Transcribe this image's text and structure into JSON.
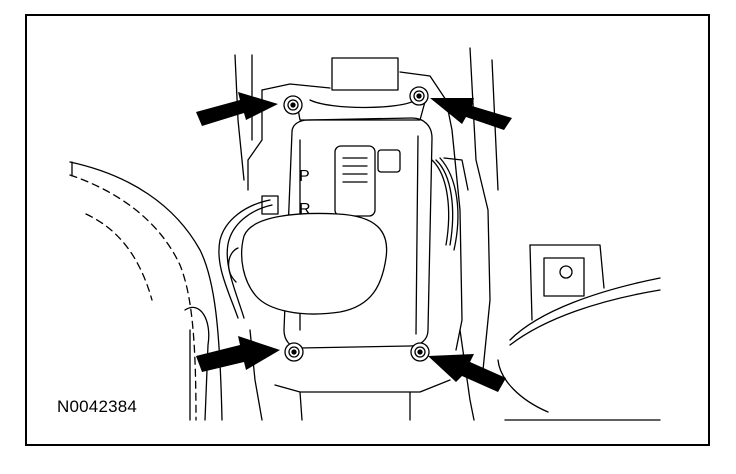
{
  "figure": {
    "id_label": "N0042384",
    "shifter_letters": [
      "P",
      "R"
    ]
  },
  "colors": {
    "line": "#000000",
    "background": "#ffffff"
  }
}
